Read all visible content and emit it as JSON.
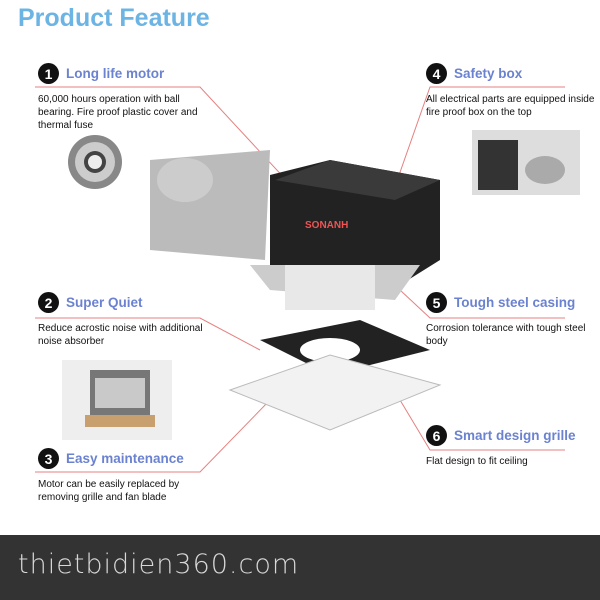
{
  "title": "Product Feature",
  "features": [
    {
      "num": "1",
      "title": "Long life motor",
      "desc": "60,000 hours operation with ball bearing. Fire proof plastic cover and thermal fuse"
    },
    {
      "num": "2",
      "title": "Super Quiet",
      "desc": "Reduce acrostic noise with additional noise absorber"
    },
    {
      "num": "3",
      "title": "Easy maintenance",
      "desc": "Motor can be easily replaced by removing grille and fan blade"
    },
    {
      "num": "4",
      "title": "Safety box",
      "desc": "All electrical parts are equipped inside fire proof box on the top"
    },
    {
      "num": "5",
      "title": "Tough steel casing",
      "desc": "Corrosion tolerance with tough steel body"
    },
    {
      "num": "6",
      "title": "Smart design grille",
      "desc": "Flat design to fit ceiling"
    }
  ],
  "watermark": "SONANH",
  "footer": "thietbidien360.com",
  "colors": {
    "title": "#6cb4e4",
    "heading": "#6b82d0",
    "line": "#e07070",
    "footer": "#333333"
  }
}
